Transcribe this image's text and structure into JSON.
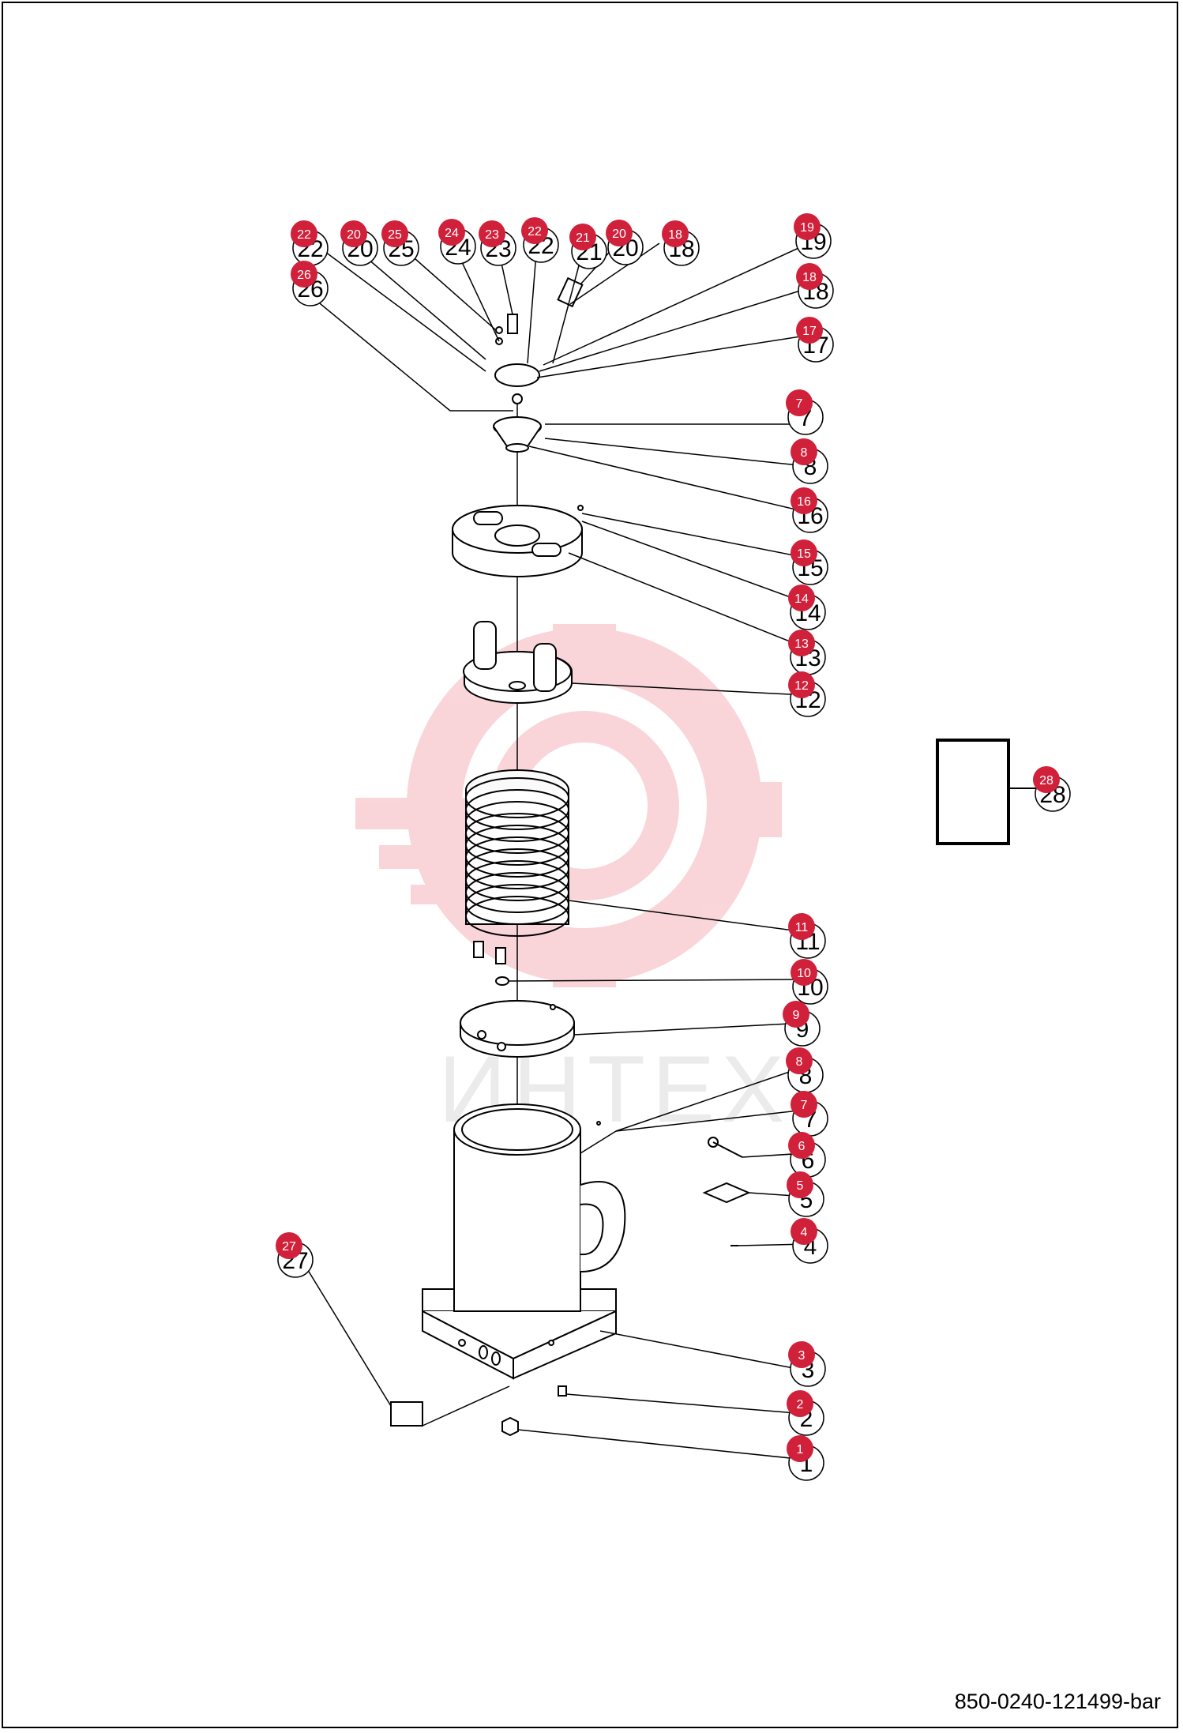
{
  "diagram": {
    "document_id": "850-0240-121499-bar",
    "watermark": "ИНТЕХ",
    "callouts": [
      {
        "num": "22"
      },
      {
        "num": "20"
      },
      {
        "num": "25"
      },
      {
        "num": "24"
      },
      {
        "num": "23"
      },
      {
        "num": "22"
      },
      {
        "num": "21"
      },
      {
        "num": "20"
      },
      {
        "num": "18"
      },
      {
        "num": "26"
      },
      {
        "num": "19"
      },
      {
        "num": "18"
      },
      {
        "num": "17"
      },
      {
        "num": "7"
      },
      {
        "num": "8"
      },
      {
        "num": "16"
      },
      {
        "num": "15"
      },
      {
        "num": "14"
      },
      {
        "num": "13"
      },
      {
        "num": "12"
      },
      {
        "num": "28"
      },
      {
        "num": "11"
      },
      {
        "num": "10"
      },
      {
        "num": "9"
      },
      {
        "num": "8"
      },
      {
        "num": "7"
      },
      {
        "num": "6"
      },
      {
        "num": "5"
      },
      {
        "num": "4"
      },
      {
        "num": "27"
      },
      {
        "num": "3"
      },
      {
        "num": "2"
      },
      {
        "num": "1"
      }
    ],
    "colors": {
      "badge": "#d0203a",
      "line": "#000000",
      "watermark_red": "#f4c8cc"
    }
  }
}
